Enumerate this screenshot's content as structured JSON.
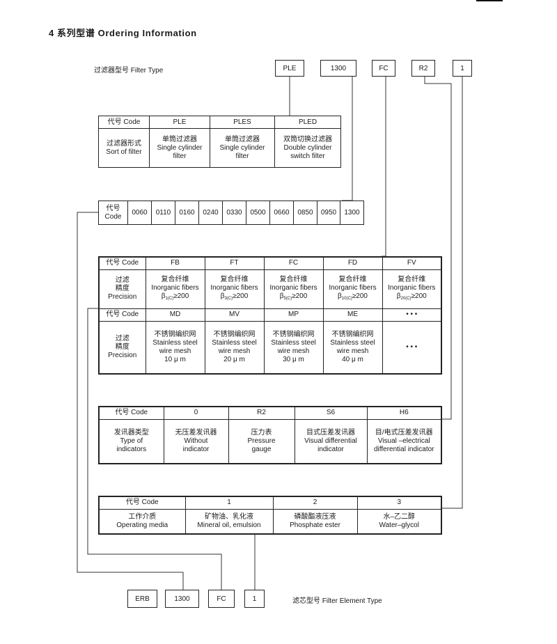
{
  "title": "4 系列型谱 Ordering Information",
  "filter_type_label": "过滤器型号 Filter Type",
  "code_boxes": [
    "PLE",
    "1300",
    "FC",
    "R2",
    "1"
  ],
  "sort_table": {
    "header": [
      "代号 Code",
      "PLE",
      "PLES",
      "PLED"
    ],
    "row_label": "过滤器形式\nSort of filter",
    "values": [
      "单筒过滤器\nSingle cylinder\nfilter",
      "单筒过滤器\nSingle cylinder\nfilter",
      "双筒切换过滤器\nDouble cylinder\nswitch filter"
    ]
  },
  "size_table": {
    "label": "代号\nCode",
    "values": [
      "0060",
      "0110",
      "0160",
      "0240",
      "0330",
      "0500",
      "0660",
      "0850",
      "0950",
      "1300"
    ]
  },
  "precision_table": {
    "code_label": "代号 Code",
    "precision_label": "过滤\n精度\nPrecision",
    "row1_codes": [
      "FB",
      "FT",
      "FC",
      "FD",
      "FV"
    ],
    "row1_values": [
      {
        "zh": "复合纤维",
        "en": "Inorganic fibers",
        "beta": "β",
        "sub": "1(C)",
        "ratio": "≥200"
      },
      {
        "zh": "复合纤维",
        "en": "Inorganic fibers",
        "beta": "β",
        "sub": "3(C)",
        "ratio": "≥200"
      },
      {
        "zh": "复合纤维",
        "en": "Inorganic fibers",
        "beta": "β",
        "sub": "5(C)",
        "ratio": "≥200"
      },
      {
        "zh": "复合纤维",
        "en": "Inorganic fibers",
        "beta": "β",
        "sub": "10(C)",
        "ratio": "≥200"
      },
      {
        "zh": "复合纤维",
        "en": "Inorganic fibers",
        "beta": "β",
        "sub": "20(C)",
        "ratio": "≥200"
      }
    ],
    "row2_codes": [
      "MD",
      "MV",
      "MP",
      "ME",
      "• • •"
    ],
    "row2_values": [
      "不锈钢编织网\nStainless steel\nwire mesh\n10 μ m",
      "不锈钢编织网\nStainless steel\nwire mesh\n20 μ m",
      "不锈钢编织网\nStainless steel\nwire mesh\n30 μ m",
      "不锈钢编织网\nStainless steel\nwire mesh\n40 μ m",
      "• • •"
    ]
  },
  "indicator_table": {
    "header": [
      "代号 Code",
      "0",
      "R2",
      "S6",
      "H6"
    ],
    "row_label": "发讯器类型\nType of\nindicators",
    "values": [
      "无压差发讯器\nWithout\nindicator",
      "压力表\nPressure\ngauge",
      "目式压差发讯器\nVisual differential\nindicator",
      "目/电式压差发讯器\nVisual –electrical\ndifferential indicator"
    ]
  },
  "media_table": {
    "header": [
      "代号 Code",
      "1",
      "2",
      "3"
    ],
    "row_label": "工作介质\nOperating media",
    "values": [
      "矿物油、乳化液\nMineral oil, emulsion",
      "磷酸酯液压液\nPhosphate ester",
      "水–乙二醇\nWater–glycol"
    ]
  },
  "element_boxes": [
    "ERB",
    "1300",
    "FC",
    "1"
  ],
  "element_type_label": "滤芯型号 Filter Element Type"
}
